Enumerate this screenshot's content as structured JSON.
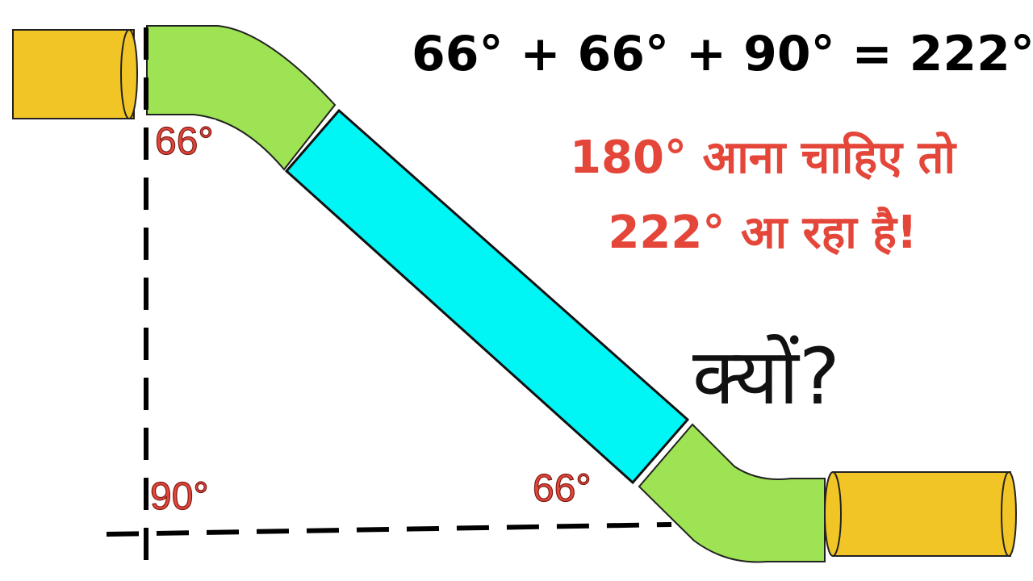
{
  "equation": "66° + 66° + 90° = 222°",
  "claim_line1": "180° आना चाहिए तो",
  "claim_line2": "222° आ रहा है!",
  "question": "क्यों?",
  "angles": {
    "top_left": "66°",
    "right_angle": "90°",
    "bottom": "66°"
  },
  "colors": {
    "pipe_end": "#f2c526",
    "elbow": "#9ee353",
    "straight_section": "#00f5f5",
    "label_red": "#e5463a",
    "outline": "#000000"
  }
}
